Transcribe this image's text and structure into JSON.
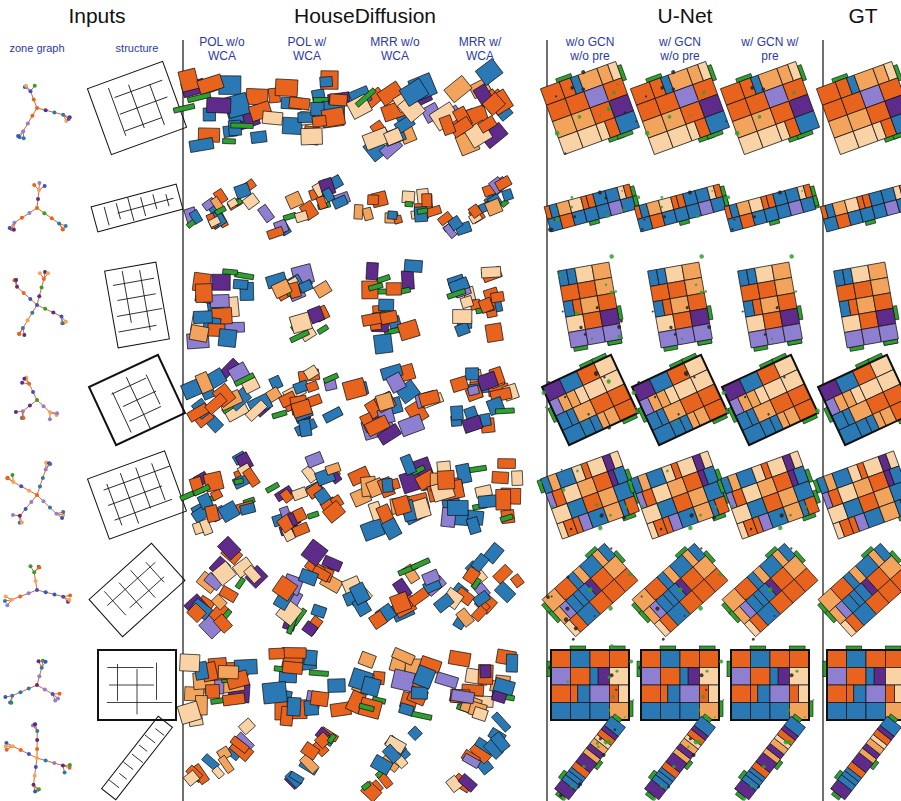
{
  "diagram": {
    "labels": [
      "Inputs",
      "HouseDiffusion",
      "U-Net",
      "GT",
      "zone graph",
      "structure",
      "POL w/o WCA",
      "POL w/ WCA",
      "MRR w/o WCA",
      "MRR w/ WCA",
      "w/o GCN w/o pre",
      "w/ GCN w/o pre",
      "w/ GCN w/ pre"
    ]
  }
}
